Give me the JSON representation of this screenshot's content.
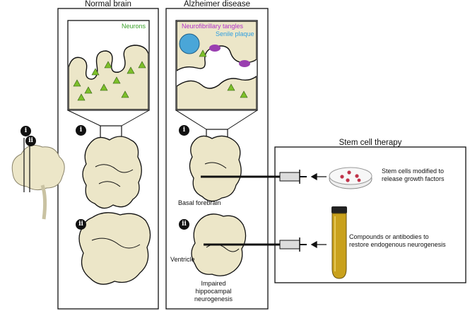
{
  "titles": {
    "normal": "Normal brain",
    "alzheimer": "Alzheimer disease",
    "therapy": "Stem cell therapy"
  },
  "legend": {
    "neurons": "Neurons",
    "tangles": "Neurofibrillary tangles",
    "plaque": "Senile plaque"
  },
  "markers": {
    "section_i": "i",
    "section_ii": "ii"
  },
  "labels": {
    "basal_forebrain": "Basal forebrain",
    "ventricle": "Ventricle",
    "hippocampal_1": "Impaired",
    "hippocampal_2": "hippocampal",
    "hippocampal_3": "neurogenesis"
  },
  "therapy": {
    "stem_cells_1": "Stem cells modified to",
    "stem_cells_2": "release growth factors",
    "compounds_1": "Compounds or antibodies to",
    "compounds_2": "restore endogenous neurogenesis"
  },
  "colors": {
    "tissue": "#ece6c8",
    "neuron": "#7dbf2a",
    "tangle": "#9a3fb0",
    "plaque": "#4aa6d8",
    "label_neurons": "#3aa02a",
    "label_tangles": "#b12fc7",
    "label_plaque": "#2f9fe0",
    "tube_liquid": "#c9a11c",
    "dish_dots": "#c0334a"
  }
}
